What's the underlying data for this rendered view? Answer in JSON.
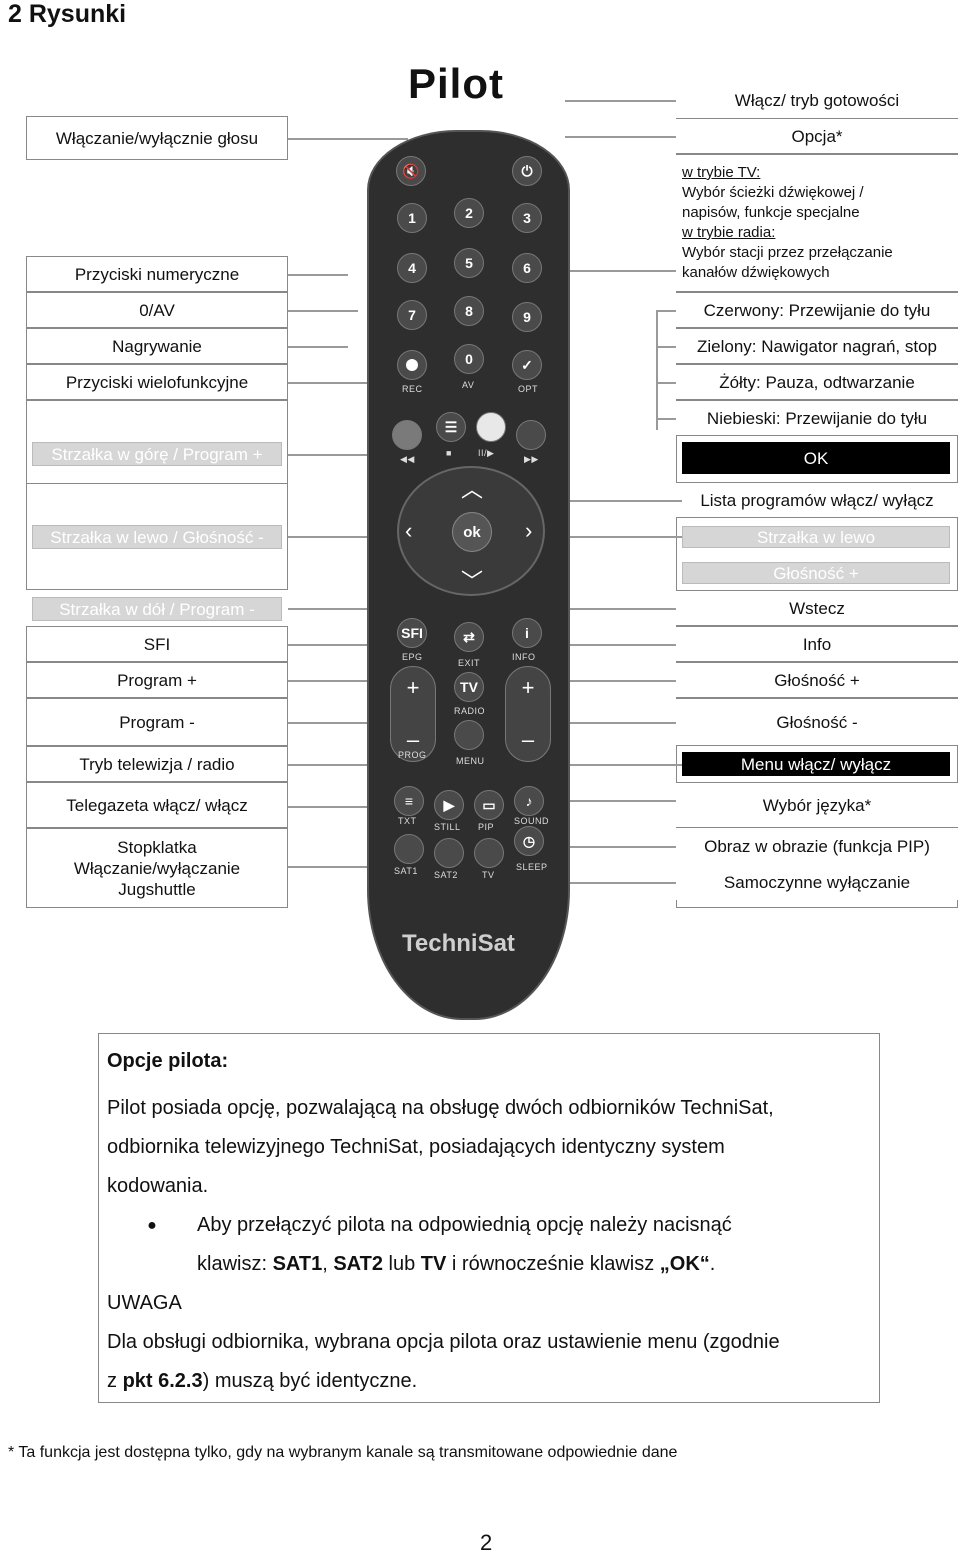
{
  "section_title": "2  Rysunki",
  "pilot_title": "Pilot",
  "left_labels": [
    "Włączanie/wyłącznie głosu",
    "Przyciski numeryczne",
    "0/AV",
    "Nagrywanie",
    "Przyciski wielofunkcyjne",
    "Strzałka w górę / Program +",
    "Strzałka w lewo / Głośność -",
    "Strzałka w dół / Program -",
    "SFI",
    "Program +",
    "Program -",
    "Tryb telewizja / radio",
    "Telegazeta włącz/ włącz",
    "Stopklatka",
    "Włączanie/wyłączanie",
    "Jugshuttle"
  ],
  "right_labels": {
    "power": "Włącz/ tryb gotowości",
    "option": "Opcja*",
    "tv_mode_title": "w trybie TV:",
    "tv_mode_text_1": "Wybór ścieżki dźwiękowej /",
    "tv_mode_text_2": "napisów, funkcje specjalne",
    "radio_mode_title": "w trybie radia:",
    "radio_mode_text_1": "Wybór stacji przez przełączanie",
    "radio_mode_text_2": "kanałów dźwiękowych",
    "red": "Czerwony: Przewijanie do tyłu",
    "green": "Zielony: Nawigator nagrań, stop",
    "yellow": "Żółty: Pauza, odtwarzanie",
    "blue": "Niebieski: Przewijanie do tyłu",
    "ok": "OK",
    "program_list": "Lista programów włącz/ wyłącz",
    "arrow_left": "Strzałka w lewo",
    "volume_plus_grey": "Głośność +",
    "back": "Wstecz",
    "info": "Info",
    "volume_plus": "Głośność +",
    "volume_minus": "Głośność -",
    "menu": "Menu włącz/ wyłącz",
    "language": "Wybór języka*",
    "pip": "Obraz w obrazie (funkcja PIP)",
    "sleep": "Samoczynne wyłączanie"
  },
  "remote": {
    "brand": "TechniSat",
    "digits": [
      "1",
      "2",
      "3",
      "4",
      "5",
      "6",
      "7",
      "8",
      "9",
      "0"
    ],
    "labels": {
      "rec": "REC",
      "av": "AV",
      "opt": "OPT",
      "sfi": "SFI",
      "epg": "EPG",
      "exit": "EXIT",
      "info_i": "i",
      "info": "INFO",
      "tv": "TV",
      "radio": "RADIO",
      "prog": "PROG",
      "menu": "MENU",
      "txt": "TXT",
      "still": "STILL",
      "pip": "PIP",
      "sound": "SOUND",
      "sat1": "SAT1",
      "sat2": "SAT2",
      "tv2": "TV",
      "sleep": "SLEEP",
      "ok": "ok",
      "plus": "+",
      "minus": "–"
    }
  },
  "options": {
    "heading": "Opcje pilota:",
    "para1_line1": "Pilot posiada opcję, pozwalającą na obsługę dwóch odbiorników TechniSat,",
    "para1_line2": "odbiornika telewizyjnego TechniSat, posiadających identyczny system",
    "para1_line3": "kodowania.",
    "bullet_line1": "Aby przełączyć pilota na odpowiednią opcję należy nacisnąć",
    "bullet_line2_a": "klawisz: ",
    "bullet_line2_sat1": "SAT1",
    "bullet_line2_comma": ", ",
    "bullet_line2_sat2": "SAT2",
    "bullet_line2_lub": " lub ",
    "bullet_line2_tv": "TV",
    "bullet_line2_mid": " i równocześnie klawisz ",
    "bullet_line2_ok": "„OK“",
    "bullet_line2_end": ".",
    "warning": "UWAGA",
    "para2_line1": "Dla obsługi odbiornika, wybrana opcja pilota oraz ustawienie menu (zgodnie",
    "para2_line2_a": "z ",
    "para2_line2_pkt": "pkt 6.2.3",
    "para2_line2_b": ") muszą być identyczne."
  },
  "footnote": "*  Ta funkcja jest dostępna tylko, gdy na wybranym kanale są transmitowane odpowiednie dane",
  "page_number": "2"
}
